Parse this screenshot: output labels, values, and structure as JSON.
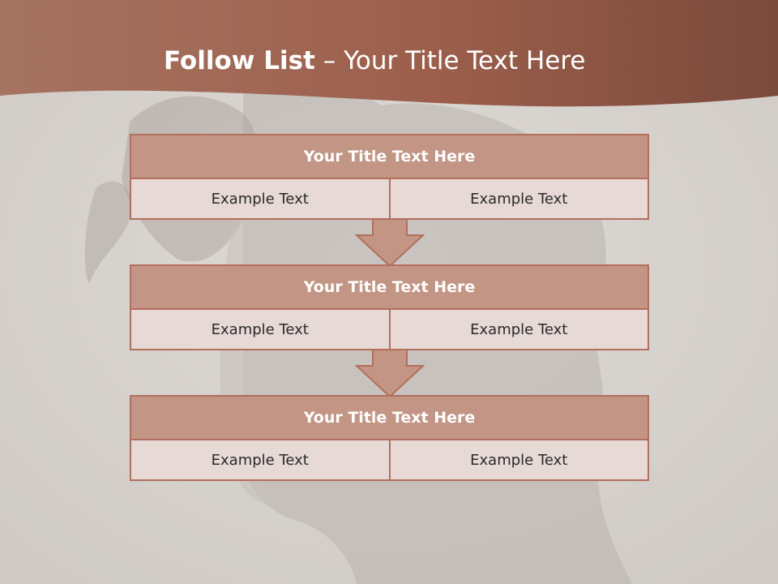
{
  "colors": {
    "header_brown": "#9c5f4c",
    "panel_fill": "#c29585",
    "panel_border": "#b26f5c",
    "cell_fill": "#e7d9d6",
    "background": "#d7d3cf"
  },
  "slide": {
    "title_bold": "Follow List",
    "title_rest": " – Your Title Text Here"
  },
  "blocks": [
    {
      "title": "Your Title Text Here",
      "left": "Example Text",
      "right": "Example Text"
    },
    {
      "title": "Your Title Text Here",
      "left": "Example Text",
      "right": "Example Text"
    },
    {
      "title": "Your Title Text Here",
      "left": "Example Text",
      "right": "Example Text"
    }
  ]
}
